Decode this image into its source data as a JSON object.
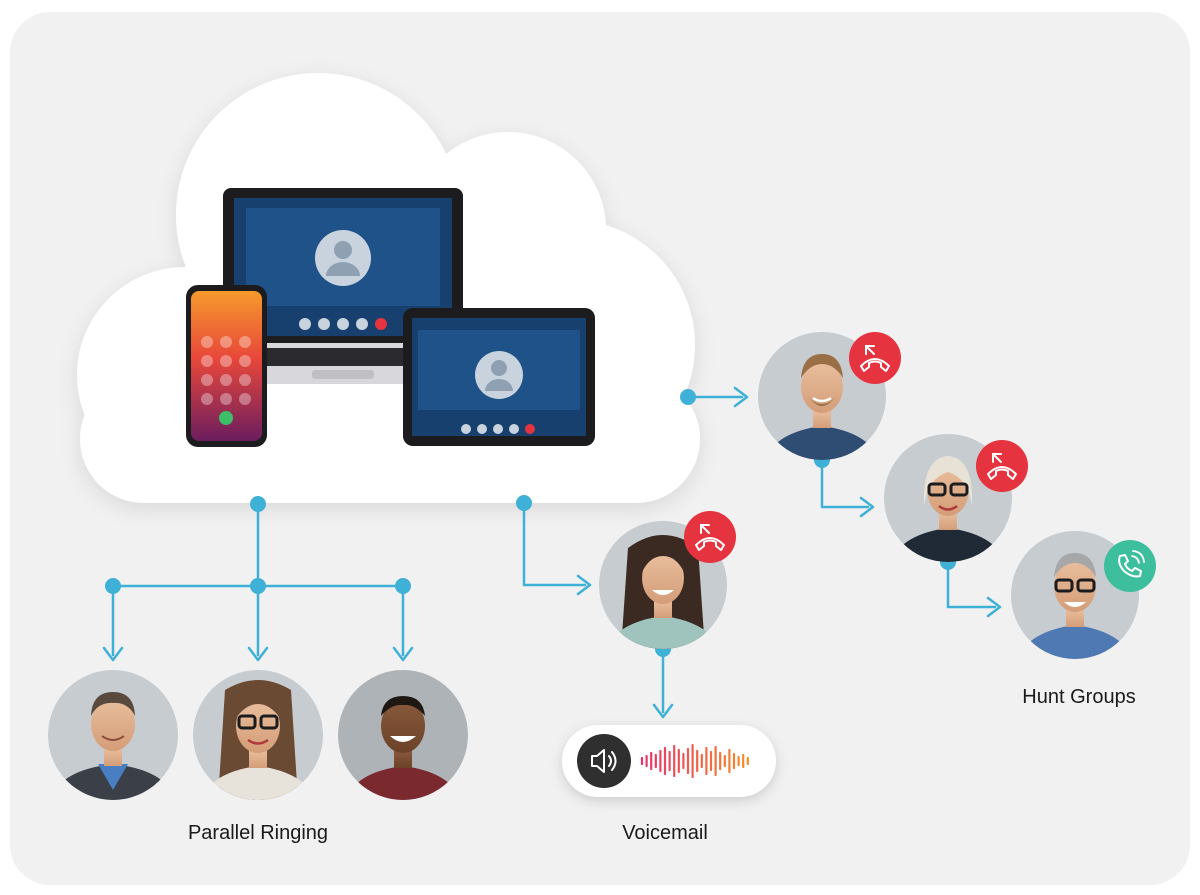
{
  "colors": {
    "background_panel": "#f1f1f1",
    "cloud": "#ffffff",
    "connector": "#3fb0d6",
    "decline_badge": "#e5343f",
    "accept_badge": "#3dbf9e",
    "avatar_backdrop": "#c7ccd0",
    "device_screen": "#17406e"
  },
  "labels": {
    "parallel_ringing": "Parallel Ringing",
    "voicemail": "Voicemail",
    "hunt_groups": "Hunt Groups"
  },
  "icons": {
    "speaker": "speaker-icon",
    "waveform": "audio-waveform-icon",
    "decline": "phone-decline-icon",
    "accept": "phone-ringing-icon",
    "user": "user-silhouette-icon"
  },
  "groups": {
    "parallel_ringing": {
      "people": 3
    },
    "voicemail": {
      "people": 1,
      "status": "declined"
    },
    "hunt_groups": {
      "people": 3,
      "statuses": [
        "declined",
        "declined",
        "accepted"
      ]
    }
  }
}
